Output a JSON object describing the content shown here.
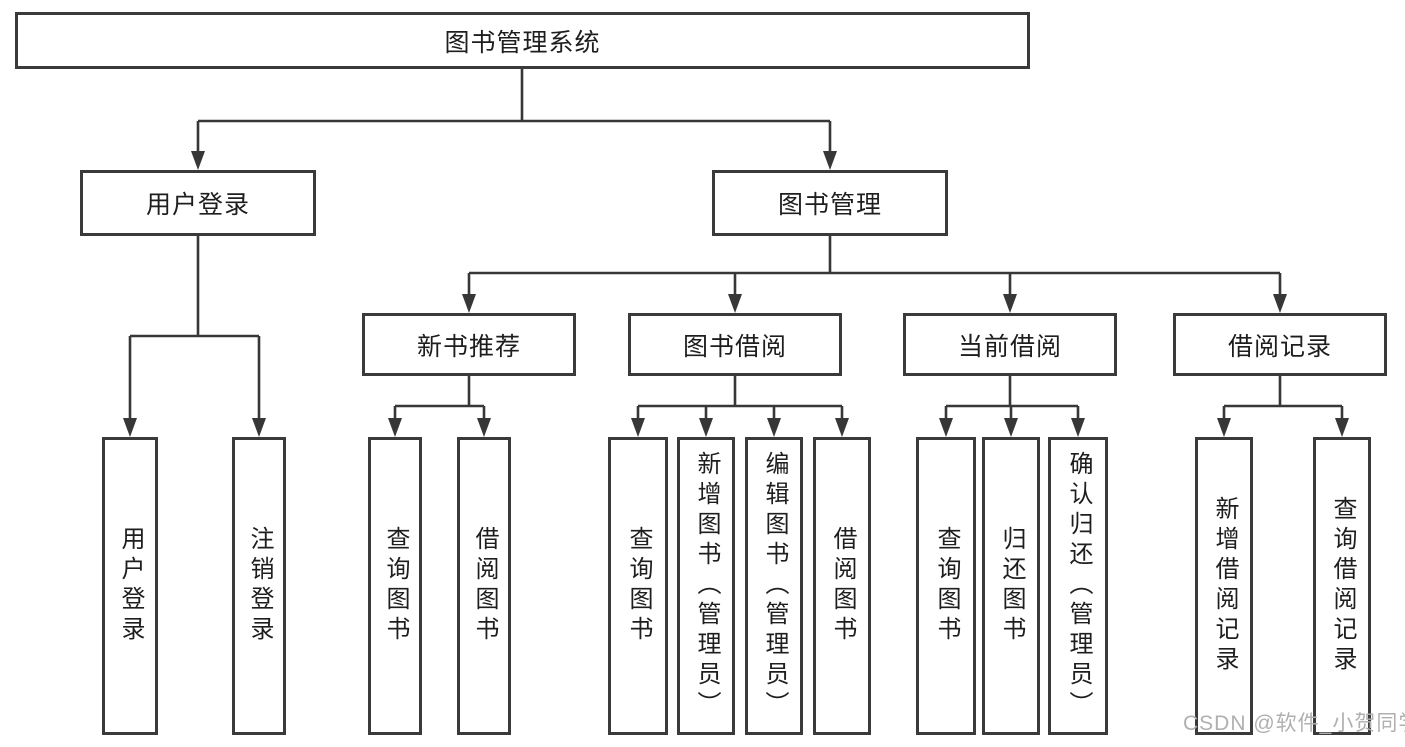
{
  "diagram": {
    "root": "图书管理系统",
    "level2": [
      "用户登录",
      "图书管理"
    ],
    "level3": [
      "新书推荐",
      "图书借阅",
      "当前借阅",
      "借阅记录"
    ],
    "leaves": {
      "user_login": [
        "用户登录",
        "注销登录"
      ],
      "new_books": [
        "查询图书",
        "借阅图书"
      ],
      "book_borrow": [
        "查询图书",
        "新增图书（管理员）",
        "编辑图书（管理员）",
        "借阅图书"
      ],
      "current_borrow": [
        "查询图书",
        "归还图书",
        "确认归还（管理员）"
      ],
      "borrow_records": [
        "新增借阅记录",
        "查询借阅记录"
      ]
    }
  },
  "watermark": "CSDN @软件_小贺同学",
  "colors": {
    "line": "#373737",
    "box_border": "#3a3a3a",
    "text": "#1e1e1e",
    "watermark": "#b0b0b0",
    "background": "#ffffff"
  }
}
